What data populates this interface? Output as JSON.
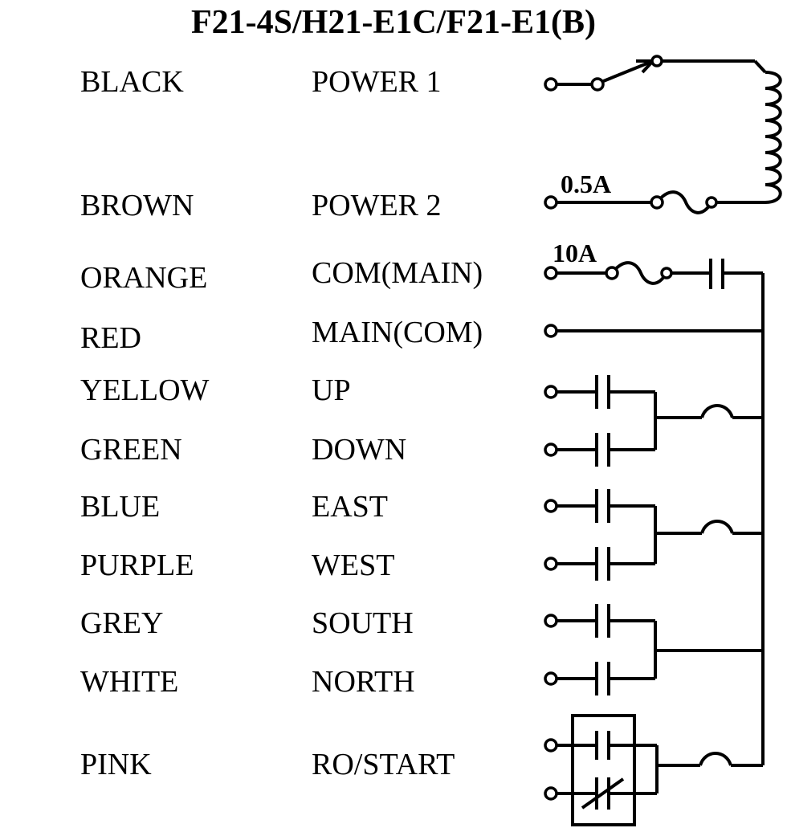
{
  "title": "F21-4S/H21-E1C/F21-E1(B)",
  "rows": [
    {
      "color": "BLACK",
      "function": "POWER 1"
    },
    {
      "color": "BROWN",
      "function": "POWER 2"
    },
    {
      "color": "ORANGE",
      "function": "COM(MAIN)"
    },
    {
      "color": "RED",
      "function": "MAIN(COM)"
    },
    {
      "color": "YELLOW",
      "function": "UP"
    },
    {
      "color": "GREEN",
      "function": "DOWN"
    },
    {
      "color": "BLUE",
      "function": "EAST"
    },
    {
      "color": "PURPLE",
      "function": "WEST"
    },
    {
      "color": "GREY",
      "function": "SOUTH"
    },
    {
      "color": "WHITE",
      "function": "NORTH"
    },
    {
      "color": "PINK",
      "function": "RO/START"
    }
  ],
  "fuses": {
    "power": "0.5A",
    "main": "10A"
  }
}
